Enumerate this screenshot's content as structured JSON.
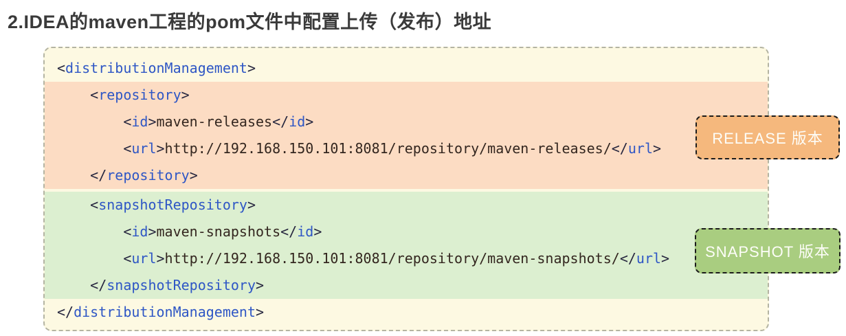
{
  "title": "2.IDEA的maven工程的pom文件中配置上传（发布）地址",
  "code_block": {
    "language": "xml",
    "sections": [
      {
        "type": "plain",
        "lines": [
          "<distributionManagement>"
        ]
      },
      {
        "type": "release",
        "lines": [
          "    <repository>",
          "        <id>maven-releases</id>",
          "        <url>http://192.168.150.101:8081/repository/maven-releases/</url>",
          "    </repository>"
        ]
      },
      {
        "type": "snapshot",
        "lines": [
          "    <snapshotRepository>",
          "        <id>maven-snapshots</id>",
          "        <url>http://192.168.150.101:8081/repository/maven-snapshots/</url>",
          "    </snapshotRepository>"
        ]
      },
      {
        "type": "plain",
        "lines": [
          "</distributionManagement>"
        ]
      }
    ]
  },
  "badges": {
    "release": "RELEASE 版本",
    "snapshot": "SNAPSHOT 版本"
  },
  "colors": {
    "code_background": "#fdf9e2",
    "release_band": "#fcdcc3",
    "snapshot_band": "#dcefd0",
    "release_badge": "#f5b87d",
    "snapshot_badge": "#a9cd80",
    "tag_name": "#2e56c5",
    "tag_bracket": "#27273f",
    "code_text": "#33261f",
    "title_text": "#3a3a3a"
  }
}
